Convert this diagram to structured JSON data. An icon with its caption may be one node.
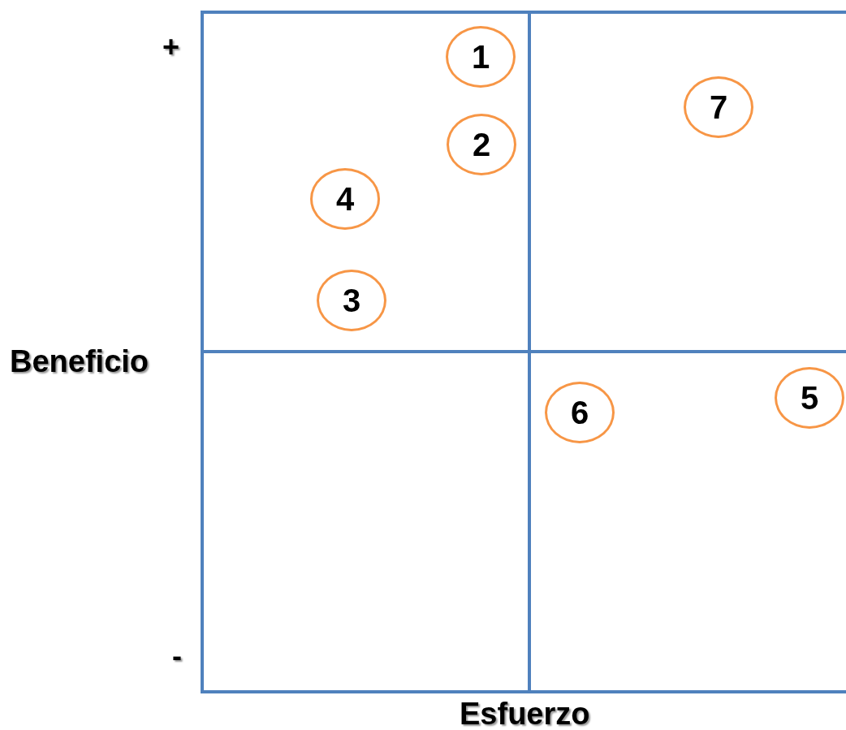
{
  "diagram": {
    "nodes": [
      {
        "text": [
          "1"
        ]
      },
      {
        "text": [
          "7"
        ]
      },
      {
        "text": [
          "2"
        ]
      },
      {
        "text": [
          "4"
        ]
      },
      {
        "text": [
          "3"
        ]
      },
      {
        "text": [
          "5"
        ]
      },
      {
        "text": [
          "6"
        ]
      }
    ],
    "labels": [
      "+",
      "Beneficio",
      "-",
      "Esfuerzo"
    ]
  }
}
